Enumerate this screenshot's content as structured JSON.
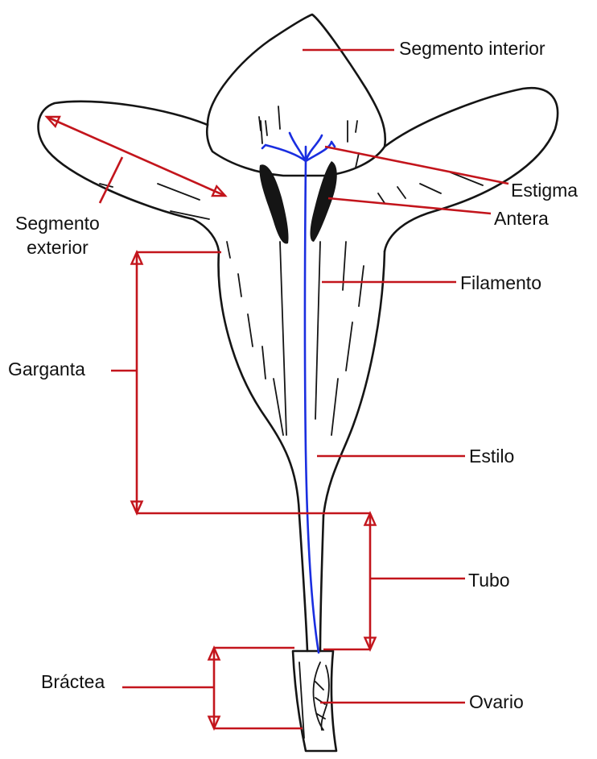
{
  "colors": {
    "outline": "#151515",
    "leader": "#c3151c",
    "style_blue": "#1a2ee0",
    "text": "#111111",
    "background": "#ffffff"
  },
  "labels": {
    "segmento_interior": "Segmento interior",
    "segmento_exterior_line1": "Segmento",
    "segmento_exterior_line2": "exterior",
    "estigma": "Estigma",
    "antera": "Antera",
    "filamento": "Filamento",
    "garganta": "Garganta",
    "estilo": "Estilo",
    "tubo": "Tubo",
    "bractea": "Bráctea",
    "ovario": "Ovario"
  }
}
